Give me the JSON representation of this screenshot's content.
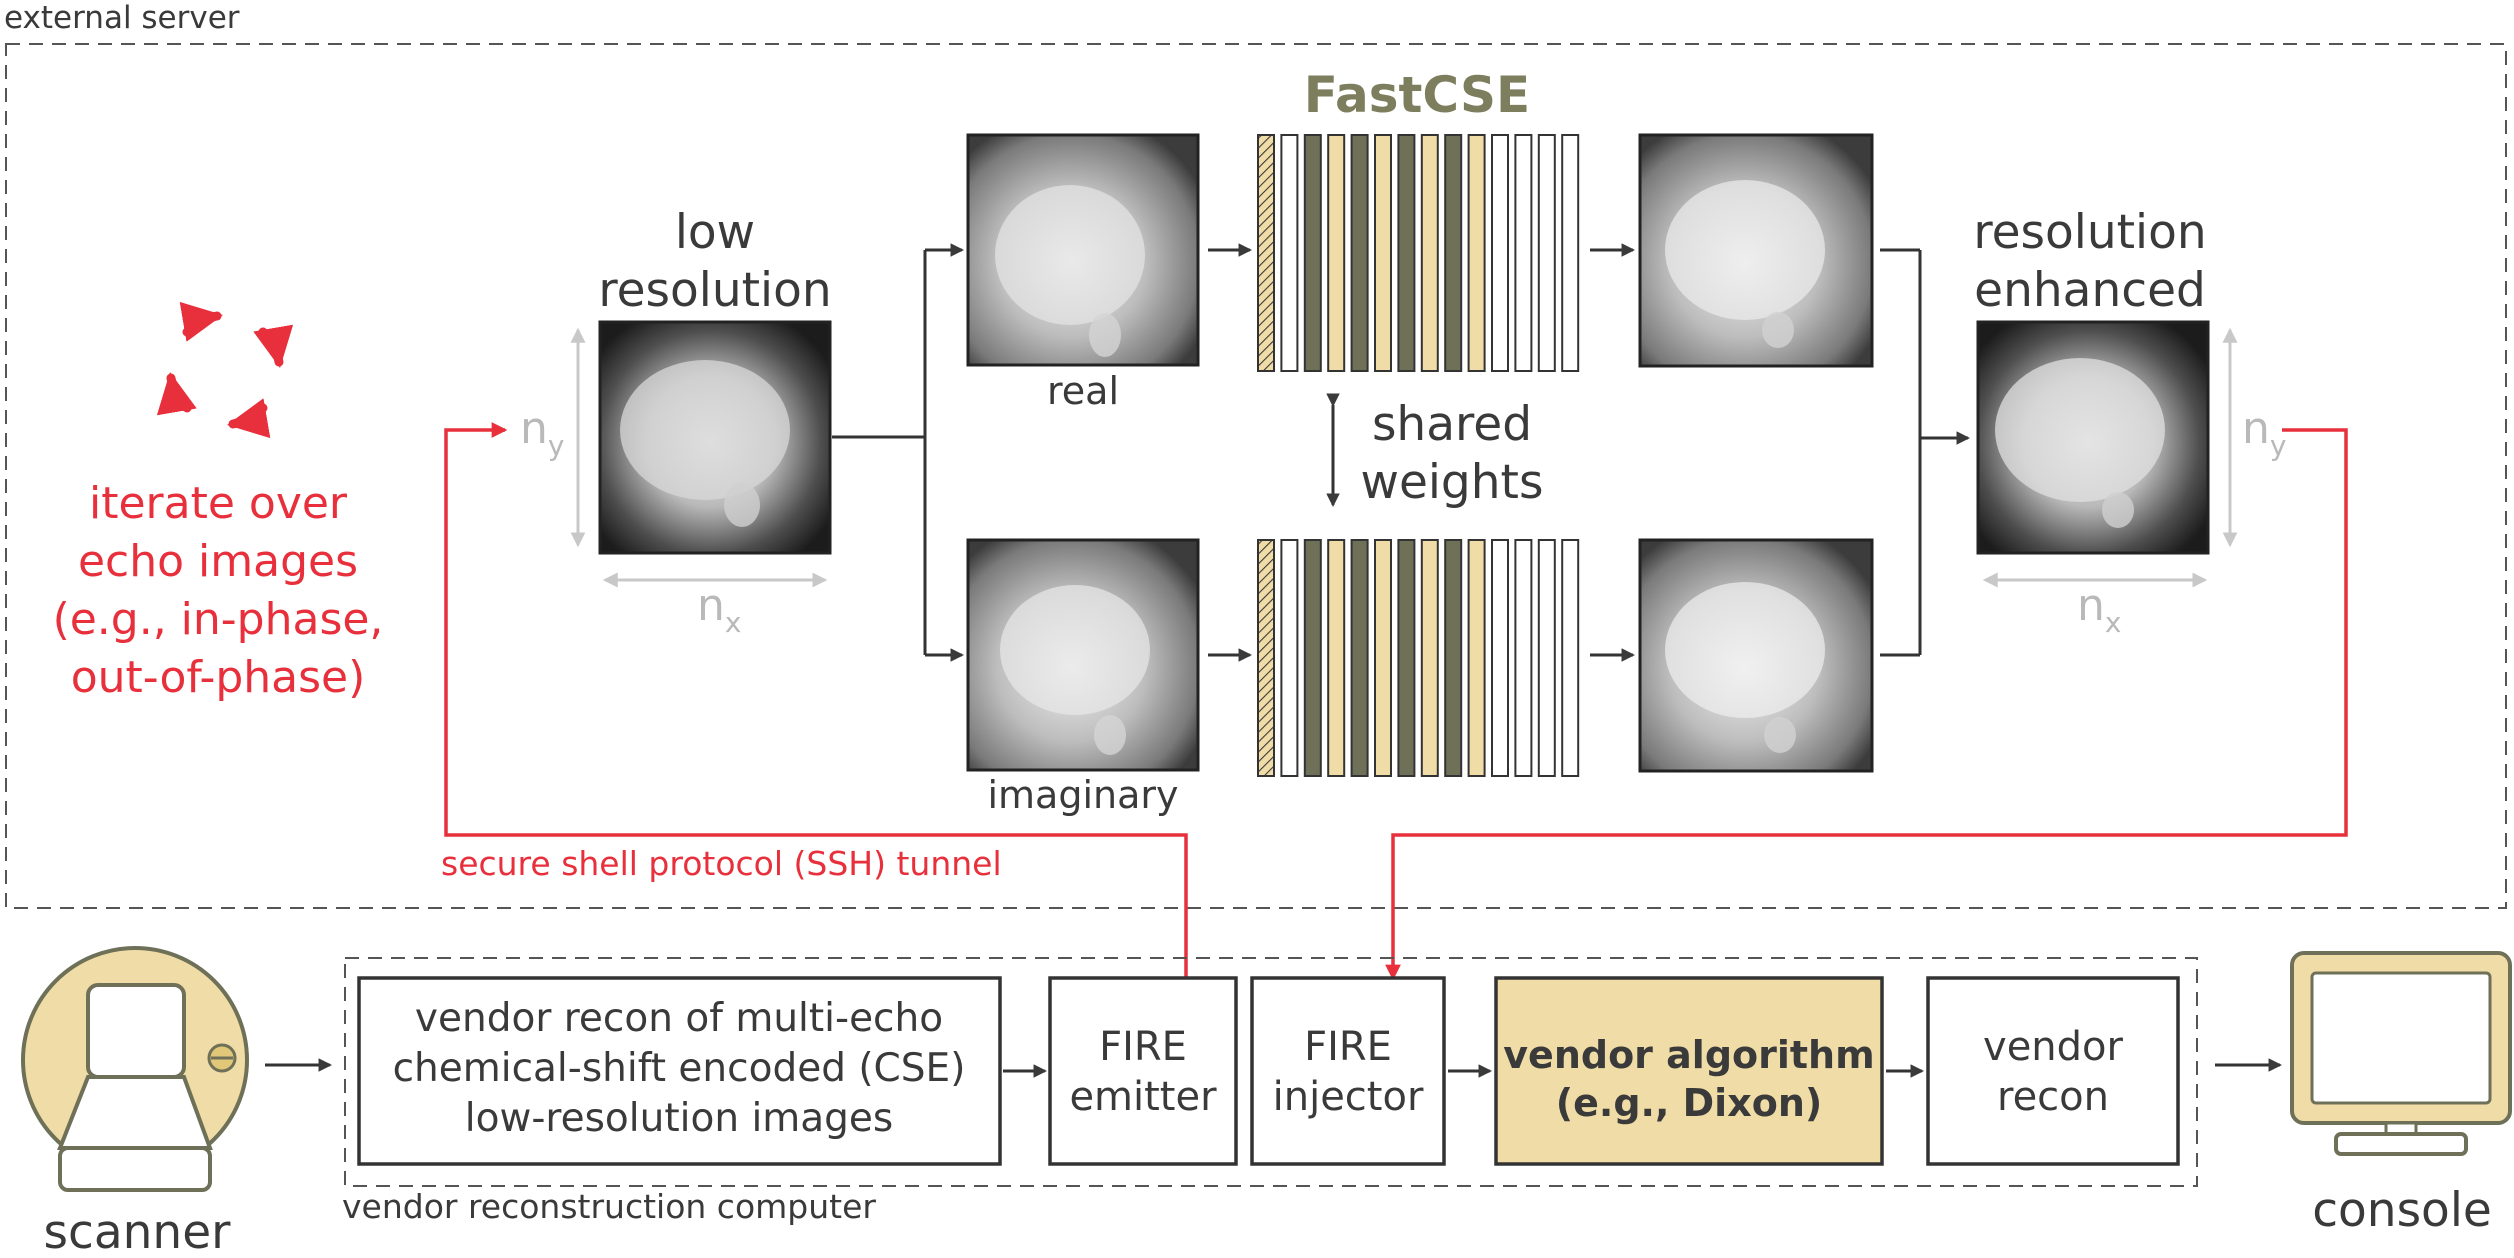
{
  "server": {
    "label": "external server"
  },
  "title": "FastCSE",
  "iterate": {
    "lines": [
      "iterate over",
      "echo images",
      "(e.g., in-phase,",
      "out-of-phase)"
    ]
  },
  "input": {
    "label_lines": [
      "low",
      "resolution"
    ],
    "ny_base": "n",
    "ny_sub": "y",
    "nx_base": "n",
    "nx_sub": "x"
  },
  "branches": {
    "real": "real",
    "imaginary": "imaginary"
  },
  "shared": {
    "lines": [
      "shared",
      "weights"
    ]
  },
  "output": {
    "label_lines": [
      "resolution",
      "enhanced"
    ],
    "ny_base": "n",
    "ny_sub": "y",
    "nx_base": "n",
    "nx_sub": "x"
  },
  "ssh": {
    "label": "secure shell protocol (SSH) tunnel"
  },
  "vendor_computer": {
    "label": "vendor reconstruction computer"
  },
  "pipeline": {
    "recon_lines": [
      "vendor recon of multi-echo",
      "chemical-shift encoded (CSE)",
      "low-resolution images"
    ],
    "emitter_lines": [
      "FIRE",
      "emitter"
    ],
    "injector_lines": [
      "FIRE",
      "injector"
    ],
    "algorithm_lines": [
      "vendor algorithm",
      "(e.g., Dixon)"
    ],
    "vendor_recon_lines": [
      "vendor",
      "recon"
    ]
  },
  "devices": {
    "scanner": "scanner",
    "console": "console"
  },
  "colors": {
    "accent_red": "#e8303c",
    "olive": "#6f7058",
    "tan": "#f0dca6",
    "algorithm_fill": "#f0dca6",
    "text_dark": "#3a3a3a",
    "dim": "#b9b9b9"
  },
  "network": {
    "layer_pattern": [
      "hatched",
      "white",
      "olive",
      "tan",
      "olive",
      "tan",
      "olive",
      "tan",
      "olive",
      "tan",
      "white",
      "white",
      "white",
      "white"
    ]
  }
}
